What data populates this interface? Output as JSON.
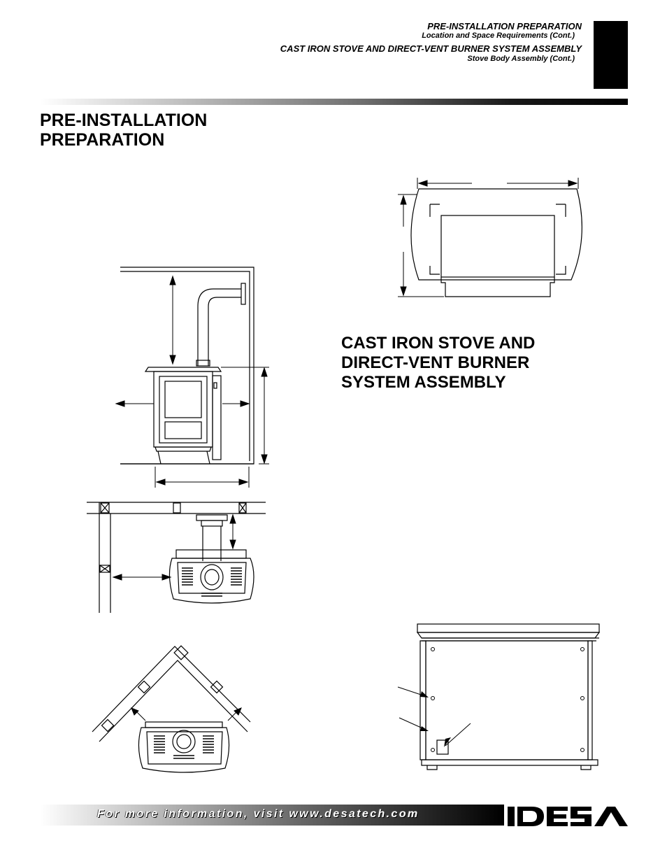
{
  "header": {
    "line1": "PRE-INSTALLATION PREPARATION",
    "line2": "Location and Space Requirements (Cont.)",
    "line3": "CAST IRON STOVE AND DIRECT-VENT BURNER SYSTEM ASSEMBLY",
    "line4": "Stove Body Assembly (Cont.)"
  },
  "sections": {
    "pre_installation_line1": "PRE-INSTALLATION",
    "pre_installation_line2": "PREPARATION",
    "cast_iron_line1": "CAST IRON STOVE AND",
    "cast_iron_line2": "DIRECT-VENT BURNER",
    "cast_iron_line3": "SYSTEM ASSEMBLY"
  },
  "footer": {
    "text": "For more information, visit www.desatech.com"
  },
  "logo": {
    "name": "DESA"
  }
}
